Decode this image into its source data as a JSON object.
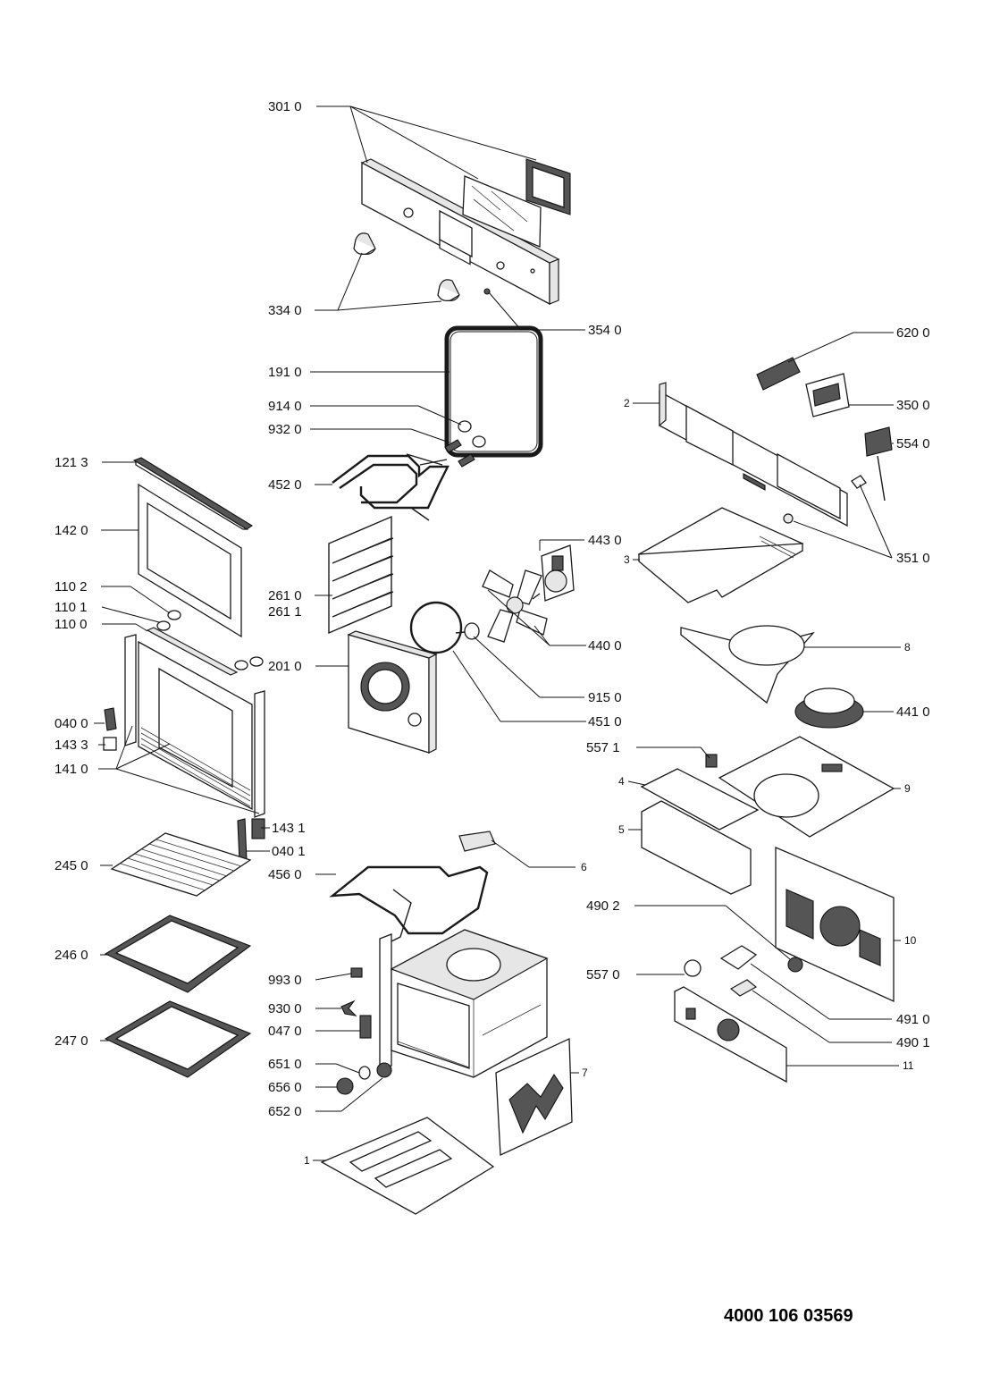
{
  "diagram": {
    "document_number": "4000 106 03569",
    "labels": {
      "p3010": "301 0",
      "p3340": "334 0",
      "p3540": "354 0",
      "p1910": "191 0",
      "p9140": "914 0",
      "p9320": "932 0",
      "p1213": "121 3",
      "p4520": "452 0",
      "p1420": "142 0",
      "p2610": "261 0",
      "p2611": "261 1",
      "p1102": "110 2",
      "p1101": "110 1",
      "p1100": "110 0",
      "p2010": "201 0",
      "p0400": "040 0",
      "p1433": "143 3",
      "p1410": "141 0",
      "p1431": "143 1",
      "p0401": "040 1",
      "p2450": "245 0",
      "p4560": "456 0",
      "p2460": "246 0",
      "p2470": "247 0",
      "p9930": "993 0",
      "p9300": "930 0",
      "p0470": "047 0",
      "p6510": "651 0",
      "p6560": "656 0",
      "p6520": "652 0",
      "p4430": "443 0",
      "p4400": "440 0",
      "p9150": "915 0",
      "p4510": "451 0",
      "p6200": "620 0",
      "p3500": "350 0",
      "p5540": "554 0",
      "p3510": "351 0",
      "p4410": "441 0",
      "p5571": "557 1",
      "p4902": "490 2",
      "p5570": "557 0",
      "p4910": "491 0",
      "p4901": "490 1",
      "n1": "1",
      "n2": "2",
      "n3": "3",
      "n4": "4",
      "n5": "5",
      "n6": "6",
      "n7": "7",
      "n8": "8",
      "n9": "9",
      "n10": "10",
      "n11": "11"
    }
  }
}
